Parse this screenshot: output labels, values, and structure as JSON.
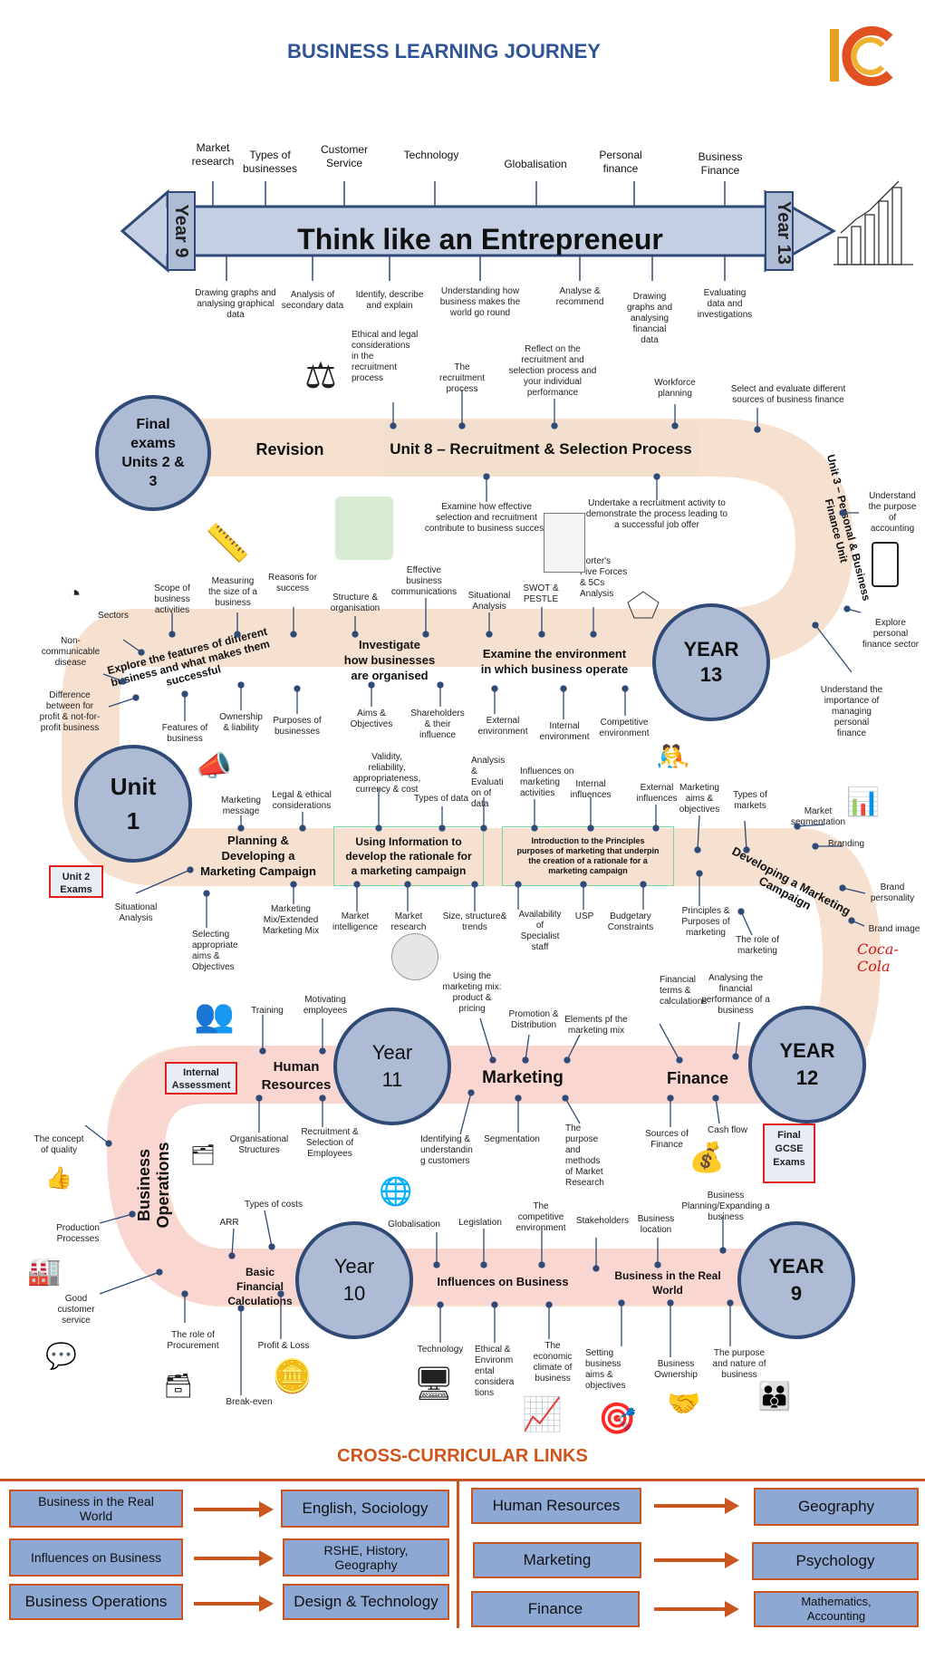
{
  "title": "BUSINESS LEARNING JOURNEY",
  "logo": {
    "text": "IC"
  },
  "timeline": {
    "center": "Think like an Entrepreneur",
    "left_end": "Year 9",
    "right_end": "Year 13",
    "top_labels": [
      "Market\nresearch",
      "Types of\nbusinesses",
      "Customer\nService",
      "Technology",
      "Globalisation",
      "Personal\nfinance",
      "Business\nFinance"
    ],
    "bottom_labels": [
      "Drawing graphs and\nanalysing graphical\ndata",
      "Analysis of\nsecondary data",
      "Identify, describe\nand explain",
      "Understanding how\nbusiness makes the\nworld go round",
      "Analyse &\nrecommend",
      "Drawing\ngraphs and\nanalysing\nfinancial\ndata",
      "Evaluating\ndata and\ninvestigations"
    ]
  },
  "year13_row": {
    "final_exams": "Final\nexams\nUnits 2 &\n3",
    "revision": "Revision",
    "unit8": "Unit 8 – Recruitment & Selection Process",
    "unit3": "Unit 3 – Personal & Business Finance Unit",
    "labels": {
      "ethical": "Ethical and legal\nconsiderations\nin the\nrecruitment\nprocess",
      "recruitment_process": "The\nrecruitment\nprocess",
      "reflect": "Reflect on the\nrecruitment and\nselection process and\nyour individual\nperformance",
      "workforce": "Workforce\nplanning",
      "select_finance": "Select and evaluate different\nsources of business finance",
      "examine_effective": "Examine how effective\nselection and recruitment\ncontribute to business success",
      "undertake": "Undertake a recruitment activity to\ndemonstrate the process leading to\na  successful job offer",
      "understand_accounting": "Understand\nthe purpose\nof\naccounting",
      "explore_personal": "Explore\npersonal\nfinance sector",
      "understand_importance": "Understand the\nimportance of\nmanaging\npersonal\nfinance"
    }
  },
  "year13_unit1_row": {
    "year13": "YEAR\n13",
    "explore": "Explore the features of different business and what makes them successful",
    "investigate": "Investigate\nhow businesses\nare organised",
    "examine_env": "Examine the environment\nin which business operate",
    "labels": {
      "scope": "Scope of\nbusiness\nactivities",
      "measuring": "Measuring\nthe size of a\nbusiness",
      "reasons": "Reasons for\nsuccess",
      "structure": "Structure &\norganisation",
      "effective_comm": "Effective\nbusiness\ncommunications",
      "situational": "Situational\nAnalysis",
      "swot": "SWOT &\nPESTLE",
      "porter": "Porter's\nFive Forces\n& 5Cs\nAnalysis",
      "sectors": "Sectors",
      "non_comm": "Non-\ncommunicable\ndisease",
      "difference": "Difference\nbetween for\nprofit & not-for-\nprofit business",
      "features": "Features of\nbusiness",
      "ownership": "Ownership\n& liability",
      "purposes": "Purposes of\nbusinesses",
      "aims": "Aims &\nObjectives",
      "shareholders": "Shareholders\n& their\ninfluence",
      "external": "External\nenvironment",
      "internal": "Internal\nenvironment",
      "competitive": "Competitive\nenvironment"
    }
  },
  "year12_row": {
    "unit1": "Unit\n1",
    "unit2_exams": "Unit 2\nExams",
    "planning": "Planning &\nDeveloping a\nMarketing Campaign",
    "using_info": "Using Information to\ndevelop the rationale for\na marketing campaign",
    "intro_principles": "Introduction to the Principles\npurposes of marketing that underpin\nthe creation of a rationale for a\nmarketing campaign",
    "developing": "Developing a Marketing Campaign",
    "labels": {
      "validity": "Validity,\nreliability,\nappropriateness,\ncurrency & cost",
      "analysis_eval": "Analysis\n&\nEvaluati\non of\ndata",
      "influences_mkt": "Influences on\nmarketing\nactivities",
      "internal_inf": "Internal\ninfluences",
      "external_inf": "External\ninfluences",
      "marketing_aims": "Marketing\naims &\nobjectives",
      "types_markets": "Types of\nmarkets",
      "market_seg": "Market\nsegmentation",
      "branding": "Branding",
      "brand_personality": "Brand\npersonality",
      "brand_image": "Brand image",
      "marketing_message": "Marketing\nmessage",
      "legal_ethical": "Legal & ethical\nconsiderations",
      "types_data": "Types of data",
      "situational2": "Situational\nAnalysis",
      "mix_ext": "Marketing\nMix/Extended\nMarketing Mix",
      "selecting": "Selecting\nappropriate\naims &\nObjectives",
      "market_intel": "Market\nintelligence",
      "market_research": "Market\nresearch",
      "size_structure": "Size, structure&\ntrends",
      "availability": "Availability\nof\nSpecialist\nstaff",
      "usp": "USP",
      "budgetary": "Budgetary\nConstraints",
      "principles": "Principles &\nPurposes of\nmarketing",
      "role_marketing": "The role of\nmarketing",
      "year12": "YEAR\n12",
      "coca": "Coca-Cola"
    }
  },
  "year11_row": {
    "year11": "Year\n11",
    "internal_assessment": "Internal\nAssessment",
    "human_resources": "Human\nResources",
    "marketing": "Marketing",
    "finance": "Finance",
    "final_gcse": "Final\nGCSE\nExams",
    "business_operations": "Business Operations",
    "labels": {
      "training": "Training",
      "motivating": "Motivating\nemployees",
      "using_mix": "Using the\nmarketing mix:\nproduct &\npricing",
      "promotion": "Promotion &\nDistribution",
      "elements": "Elements pf the\nmarketing mix",
      "financial_terms": "Financial\nterms &\ncalculations",
      "analysing_fin": "Analysing the\nfinancial\nperformance of a\nbusiness",
      "org_structures": "Organisational\nStructures",
      "recruit_sel": "Recruitment &\nSelection of\nEmployees",
      "identifying": "Identifying &\nunderstandin\ng customers",
      "segmentation": "Segmentation",
      "purpose_methods": "The\npurpose\nand\nmethods\nof Market\nResearch",
      "sources_finance": "Sources of\nFinance",
      "cash_flow": "Cash flow",
      "concept_quality": "The concept\nof quality",
      "production": "Production\nProcesses",
      "good_customer": "Good\ncustomer\nservice"
    }
  },
  "year10_row": {
    "year10": "Year\n10",
    "year9": "YEAR\n9",
    "basic_fin": "Basic\nFinancial\nCalculations",
    "influences": "Influences on Business",
    "real_world": "Business in the Real\nWorld",
    "labels": {
      "types_costs": "Types of costs",
      "arr": "ARR",
      "globalisation": "Globalisation",
      "legislation": "Legislation",
      "competitive_env": "The\ncompetitive\nenvironment",
      "stakeholders": "Stakeholders",
      "business_location": "Business\nlocation",
      "business_planning": "Business\nPlanning/Expanding a\nbusiness",
      "role_procurement": "The role of\nProcurement",
      "profit_loss": "Profit & Loss",
      "break_even": "Break-even",
      "technology": "Technology",
      "ethical_env": "Ethical &\nEnvironm\nental\nconsidera\ntions",
      "economic": "The\neconomic\nclimate of\nbusiness",
      "setting_aims": "Setting\nbusiness\naims &\nobjectives",
      "business_ownership": "Business\nOwnership",
      "purpose_nature": "The purpose\nand nature of\nbusiness"
    }
  },
  "cross_curricular": {
    "title": "CROSS-CURRICULAR LINKS",
    "left": [
      {
        "from": "Business in the Real\nWorld",
        "to": "English,  Sociology"
      },
      {
        "from": "Influences on Business",
        "to": "RSHE, History,\nGeography"
      },
      {
        "from": "Business Operations",
        "to": "Design & Technology"
      }
    ],
    "right": [
      {
        "from": "Human Resources",
        "to": "Geography"
      },
      {
        "from": "Marketing",
        "to": "Psychology"
      },
      {
        "from": "Finance",
        "to": "Mathematics,\nAccounting"
      }
    ]
  }
}
